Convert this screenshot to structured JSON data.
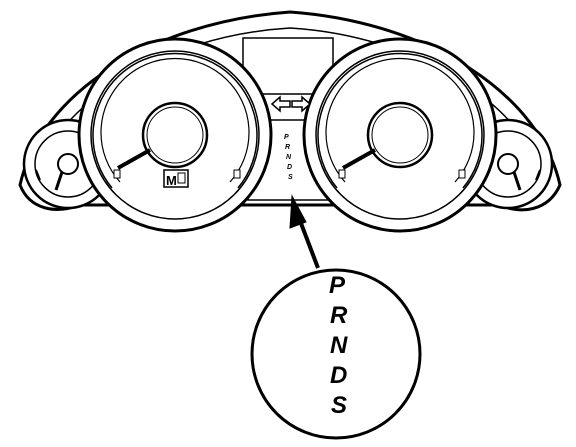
{
  "diagram": {
    "gear_indicator_small": [
      "P",
      "R",
      "N",
      "D",
      "S"
    ],
    "gear_indicator_callout": [
      "P",
      "R",
      "N",
      "D",
      "S"
    ],
    "mode_badge_text": "M",
    "colors": {
      "line": "#000000",
      "background": "#ffffff"
    },
    "icons": [
      "left-turn-arrow-icon",
      "right-turn-arrow-icon",
      "callout-arrow-icon"
    ]
  }
}
